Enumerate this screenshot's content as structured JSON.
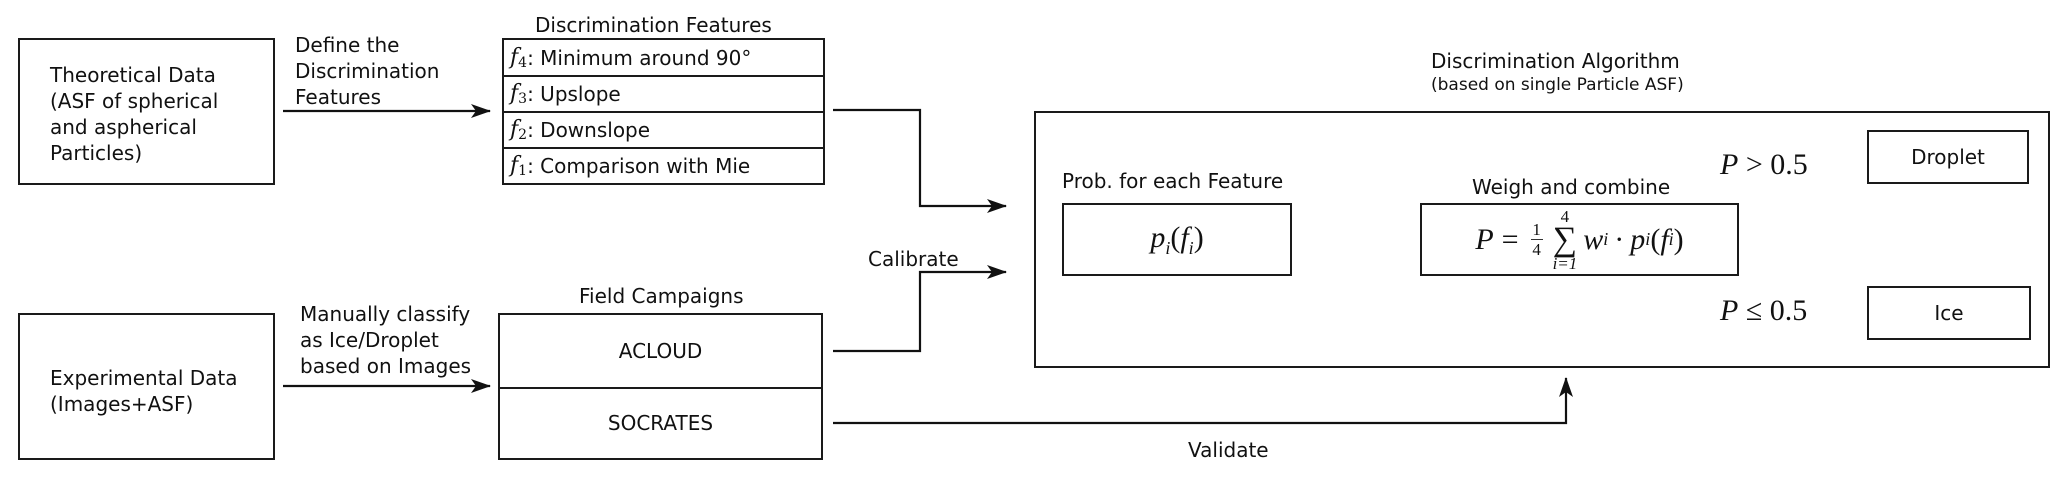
{
  "theoretical_box": {
    "lines": [
      "Theoretical Data",
      "(ASF of spherical",
      "and aspherical",
      "Particles)"
    ]
  },
  "experimental_box": {
    "lines": [
      "Experimental Data",
      "(Images+ASF)"
    ]
  },
  "arrow_labels": {
    "define": [
      "Define the",
      "Discrimination",
      "Features"
    ],
    "manual": [
      "Manually classify",
      "as Ice/Droplet",
      "based on Images"
    ],
    "calibrate": "Calibrate",
    "validate": "Validate"
  },
  "features": {
    "title": "Discrimination Features",
    "items": [
      {
        "symbol": "f",
        "index": "4",
        "label": ": Minimum around 90°"
      },
      {
        "symbol": "f",
        "index": "3",
        "label": ": Upslope"
      },
      {
        "symbol": "f",
        "index": "2",
        "label": ": Downslope"
      },
      {
        "symbol": "f",
        "index": "1",
        "label": ": Comparison with Mie"
      }
    ]
  },
  "field_campaigns": {
    "title": "Field Campaigns",
    "items": [
      "ACLOUD",
      "SOCRATES"
    ]
  },
  "algorithm": {
    "title": "Discrimination Algorithm",
    "subtitle": "(based on single Particle ASF)",
    "prob_label": "Prob. for each Feature",
    "prob_formula": {
      "p": "p",
      "i": "i",
      "f": "f"
    },
    "combine_label": "Weigh and combine",
    "combine_formula": {
      "lhs": "P",
      "eq": "=",
      "num": "1",
      "den": "4",
      "sum_top": "4",
      "sum_bot": "i=1",
      "sigma": "∑",
      "w": "w",
      "dot": "·"
    },
    "condition_droplet": {
      "var": "P",
      "op": ">",
      "value": "0.5"
    },
    "condition_ice": {
      "var": "P",
      "op": "≤",
      "value": "0.5"
    },
    "outcomes": [
      "Droplet",
      "Ice"
    ]
  }
}
